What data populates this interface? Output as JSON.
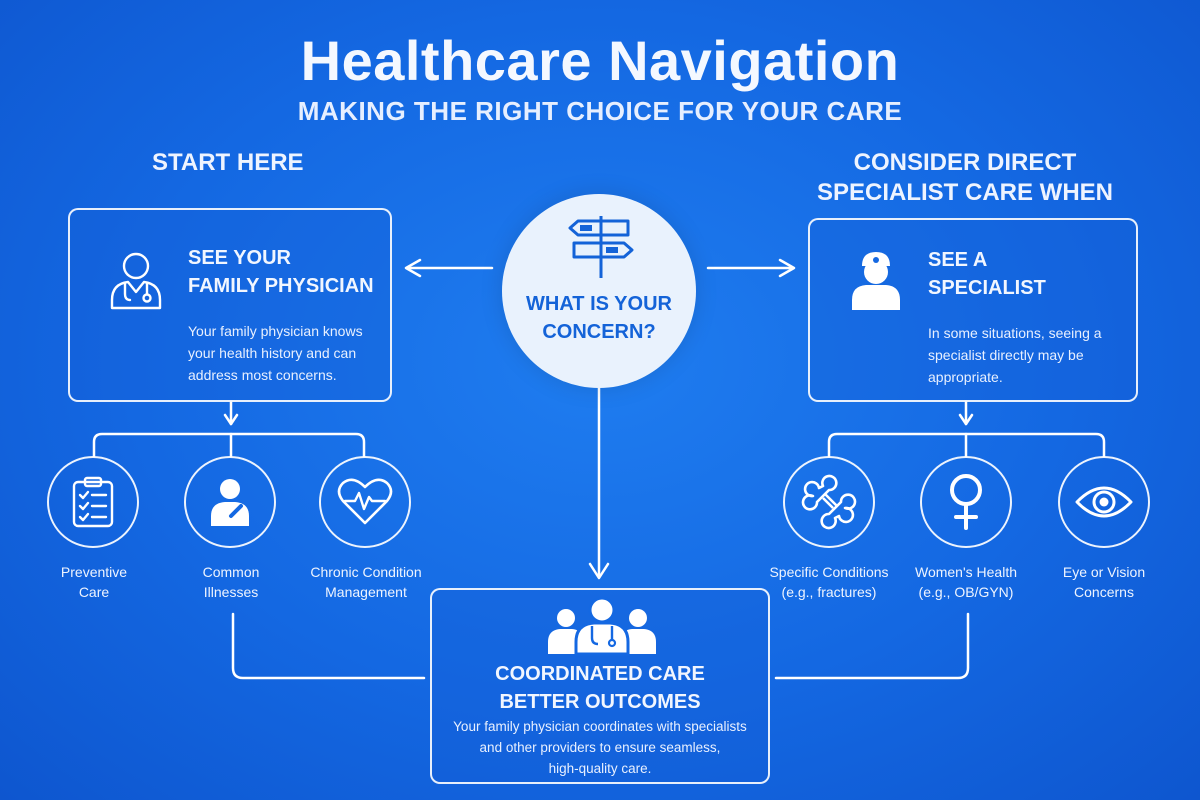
{
  "header": {
    "title": "Healthcare Navigation",
    "subtitle": "MAKING THE RIGHT CHOICE FOR YOUR CARE"
  },
  "left": {
    "heading": "START HERE",
    "box": {
      "title_line1": "SEE YOUR",
      "title_line2": "FAMILY PHYSICIAN",
      "text_line1": "Your family physician knows",
      "text_line2": "your health history and can",
      "text_line3": "address most concerns."
    },
    "categories": [
      {
        "icon": "clipboard-checklist-icon",
        "line1": "Preventive",
        "line2": "Care"
      },
      {
        "icon": "patient-icon",
        "line1": "Common",
        "line2": "Illnesses"
      },
      {
        "icon": "heart-pulse-icon",
        "line1": "Chronic Condition",
        "line2": "Management"
      }
    ]
  },
  "center": {
    "hub_line1": "WHAT IS YOUR",
    "hub_line2": "CONCERN?",
    "box": {
      "title_line1": "COORDINATED CARE",
      "title_line2": "BETTER OUTCOMES",
      "text_line1": "Your family physician coordinates with specialists",
      "text_line2": "and other providers to ensure seamless,",
      "text_line3": "high-quality care."
    }
  },
  "right": {
    "heading_line1": "CONSIDER DIRECT",
    "heading_line2": "SPECIALIST CARE WHEN",
    "box": {
      "title_line1": "SEE A",
      "title_line2": "SPECIALIST",
      "text_line1": "In some situations, seeing a",
      "text_line2": "specialist directly may be",
      "text_line3": "appropriate."
    },
    "categories": [
      {
        "icon": "bone-icon",
        "line1": "Specific Conditions",
        "line2": "(e.g., fractures)"
      },
      {
        "icon": "female-symbol-icon",
        "line1": "Women's Health",
        "line2": "(e.g., OB/GYN)"
      },
      {
        "icon": "eye-icon",
        "line1": "Eye or Vision",
        "line2": "Concerns"
      }
    ]
  },
  "colors": {
    "background": "#1468e2",
    "accent": "#1463d8",
    "line": "#ffffff"
  }
}
